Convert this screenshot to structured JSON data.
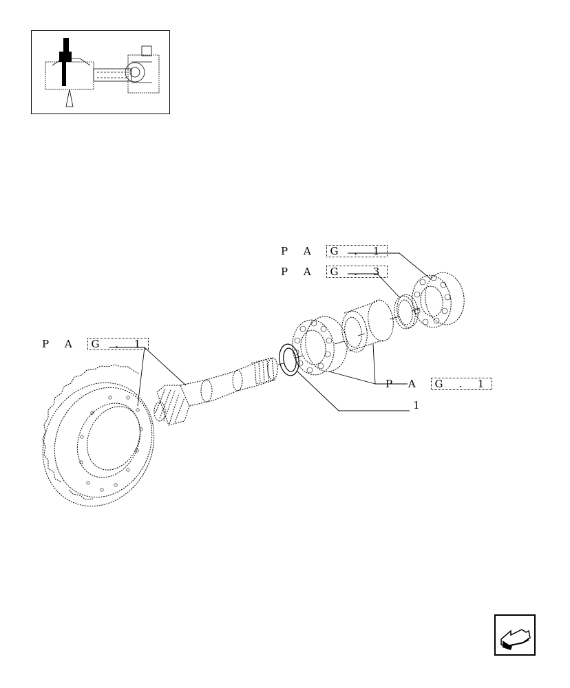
{
  "callouts": [
    {
      "id": "ref-top-1",
      "prefix": "P A ",
      "boxed": "G . 1"
    },
    {
      "id": "ref-top-3",
      "prefix": "P A ",
      "boxed": "G . 3"
    },
    {
      "id": "ref-left",
      "prefix": "P A ",
      "boxed": "G . 1"
    },
    {
      "id": "ref-right",
      "prefix": "P A ",
      "boxed": "G . 1"
    }
  ],
  "part_number": "1",
  "icons": {
    "thumbnail": "axle-assembly-thumbnail",
    "nav": "back-arrow-icon"
  }
}
